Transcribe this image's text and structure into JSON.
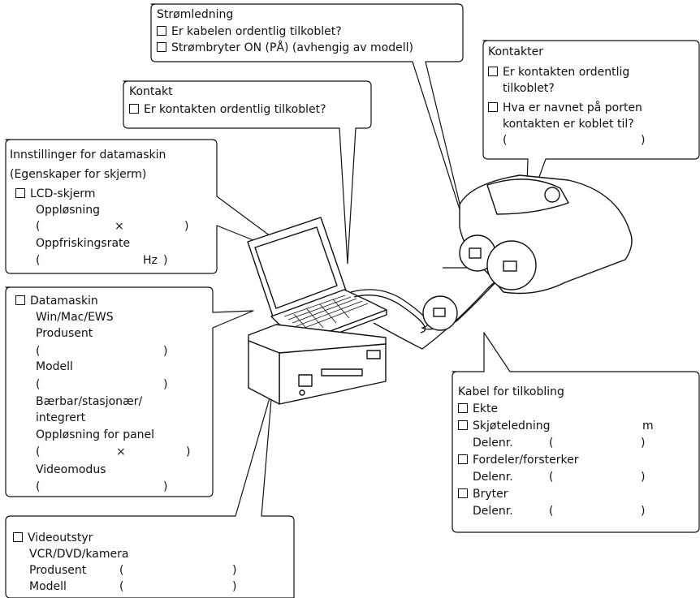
{
  "callouts": {
    "power": {
      "title": "Strømledning",
      "items": [
        "Er kabelen ordentlig tilkoblet?",
        "Strømbryter ON (PÅ) (avhengig av modell)"
      ]
    },
    "contact": {
      "title": "Kontakt",
      "items": [
        "Er kontakten ordentlig tilkoblet?"
      ]
    },
    "contacts": {
      "title": "Kontakter",
      "item1_line1": "Er kontakten ordentlig",
      "item1_line2": "tilkoblet?",
      "item2_line1": "Hva er navnet på porten",
      "item2_line2": "kontakten er koblet til?",
      "paren_open": "(",
      "paren_close": ")"
    },
    "settings": {
      "title": "Innstillinger for datamaskin",
      "subtitle": "(Egenskaper for skjerm)",
      "lcd": "LCD-skjerm",
      "resolution": "Oppløsning",
      "paren_open": "(",
      "times": "×",
      "paren_close": ")",
      "refresh": "Oppfriskingsrate",
      "hz": "Hz"
    },
    "computer": {
      "title": "Datamaskin",
      "os": "Win/Mac/EWS",
      "manufacturer": "Produsent",
      "model": "Modell",
      "type_line1": "Bærbar/stasjonær/",
      "type_line2": "integrert",
      "panel_res": "Oppløsning for panel",
      "video_mode": "Videomodus",
      "paren_open": "(",
      "paren_close": ")",
      "times": "×"
    },
    "cable": {
      "title": "Kabel for tilkobling",
      "genuine": "Ekte",
      "extension": "Skjøteledning",
      "unit_m": "m",
      "part_no": "Delenr.",
      "splitter": "Fordeler/forsterker",
      "switch": "Bryter",
      "paren_open": "(",
      "paren_close": ")"
    },
    "video": {
      "title": "Videoutstyr",
      "types": "VCR/DVD/kamera",
      "manufacturer": "Produsent",
      "model": "Modell",
      "paren_open": "(",
      "paren_close": ")"
    }
  }
}
